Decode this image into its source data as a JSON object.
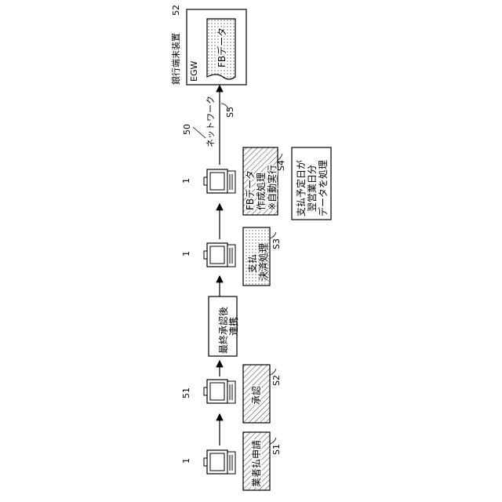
{
  "terminal_labels": {
    "t1": "1",
    "t2": "51",
    "t3": "1",
    "t4": "1"
  },
  "steps": {
    "s1": {
      "text": "業者払申請",
      "tag": "S1"
    },
    "s2": {
      "text": "承認",
      "tag": "S2"
    },
    "s3": {
      "line1": "支払",
      "line2": "決済処理",
      "tag": "S3"
    },
    "s4": {
      "line1": "FBデータ",
      "line2": "作成処理",
      "line3": "※自動実行",
      "tag": "S4"
    },
    "s5": {
      "tag": "S5"
    }
  },
  "link_box": {
    "line1": "最終承認後",
    "line2": "連携"
  },
  "note_box": {
    "line1": "支払予定日が",
    "line2": "翌営業日分",
    "line3": "データを処理"
  },
  "network": {
    "ref": "50",
    "label": "ネットワーク"
  },
  "bank": {
    "ref": "52",
    "title": "銀行端末装置",
    "subtitle": "EGW",
    "data_label": "FBデータ"
  },
  "colors": {
    "line": "#000000",
    "hatch": "#555555",
    "dots": "#666666"
  }
}
